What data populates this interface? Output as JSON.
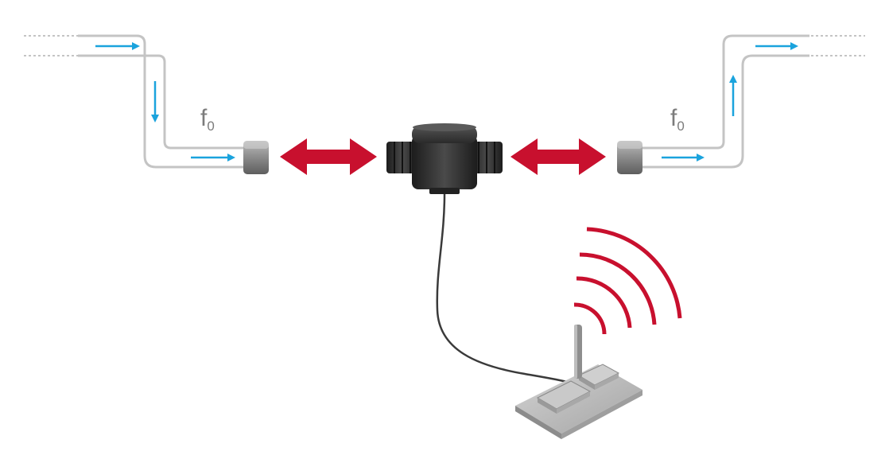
{
  "diagram": {
    "labels": {
      "left_frequency": "f",
      "left_frequency_sub": "0",
      "right_frequency": "f",
      "right_frequency_sub": "0"
    },
    "colors": {
      "background": "#ffffff",
      "pipe_stroke": "#c4c4c4",
      "flow_arrow": "#1aa3dd",
      "connection_arrow": "#c8102e",
      "signal_wave": "#c8102e",
      "sensor_body": "#2b2b2b",
      "coupling": "#8a8a8a",
      "cable": "#3a3a3a",
      "board": "#b5b5b5",
      "label_text": "#7c7c7c"
    },
    "icons": {
      "sensor": "flow-sensor-icon",
      "module": "wireless-module-icon",
      "waves": "radio-wave-icon"
    }
  }
}
